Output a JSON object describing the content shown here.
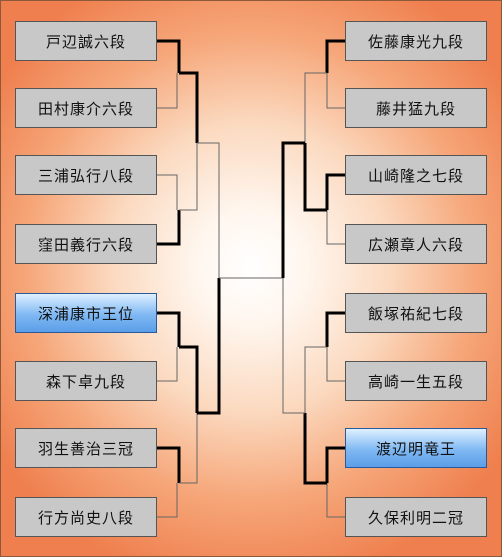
{
  "bracket": {
    "left": [
      {
        "name": "戸辺誠六段",
        "titled": false
      },
      {
        "name": "田村康介六段",
        "titled": false
      },
      {
        "name": "三浦弘行八段",
        "titled": false
      },
      {
        "name": "窪田義行六段",
        "titled": false
      },
      {
        "name": "深浦康市王位",
        "titled": true
      },
      {
        "name": "森下卓九段",
        "titled": false
      },
      {
        "name": "羽生善治三冠",
        "titled": false
      },
      {
        "name": "行方尚史八段",
        "titled": false
      }
    ],
    "right": [
      {
        "name": "佐藤康光九段",
        "titled": false
      },
      {
        "name": "藤井猛九段",
        "titled": false
      },
      {
        "name": "山崎隆之七段",
        "titled": false
      },
      {
        "name": "広瀬章人六段",
        "titled": false
      },
      {
        "name": "飯塚祐紀七段",
        "titled": false
      },
      {
        "name": "高崎一生五段",
        "titled": false
      },
      {
        "name": "渡辺明竜王",
        "titled": true
      },
      {
        "name": "久保利明二冠",
        "titled": false
      }
    ]
  },
  "colors": {
    "title_holder_box": "#5b9ee8",
    "player_box": "#c8c8c8",
    "winner_line": "#000000",
    "loser_line": "#444444"
  }
}
